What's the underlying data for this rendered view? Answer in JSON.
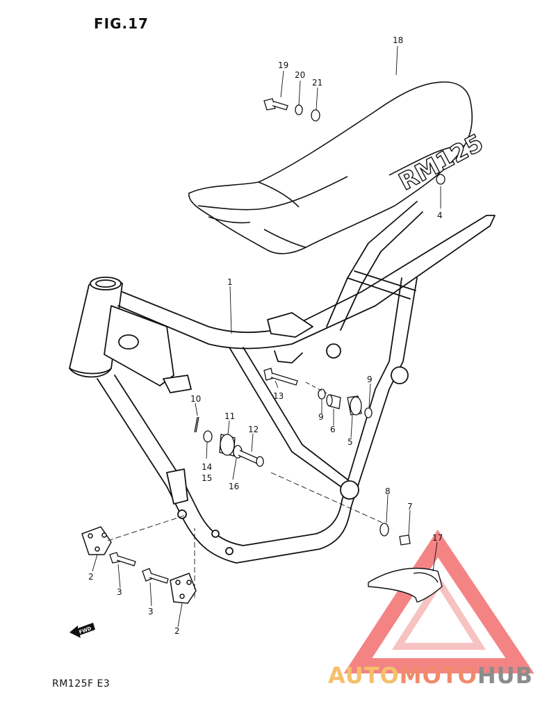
{
  "figure": {
    "title": "FIG.17",
    "model_code": "RM125F  E3"
  },
  "callouts": {
    "c1": "1",
    "c2a": "2",
    "c2b": "2",
    "c3a": "3",
    "c3b": "3",
    "c4": "4",
    "c5": "5",
    "c6": "6",
    "c7": "7",
    "c8": "8",
    "c9a": "9",
    "c9b": "9",
    "c10": "10",
    "c11": "11",
    "c12": "12",
    "c13": "13",
    "c14": "14",
    "c15": "15",
    "c16": "16",
    "c17": "17",
    "c18": "18",
    "c19": "19",
    "c20": "20",
    "c21": "21"
  },
  "seat": {
    "logo": "RM125"
  },
  "fwd_arrow": {
    "label": "FWD"
  },
  "watermark": {
    "part1": "AUTO",
    "part2": "MOTO",
    "part3": "HUB",
    "colors": {
      "part1": "#f5c06a",
      "part2": "#f08a6a",
      "part3": "#8c8c8c",
      "triangle": "#ee3333"
    }
  }
}
